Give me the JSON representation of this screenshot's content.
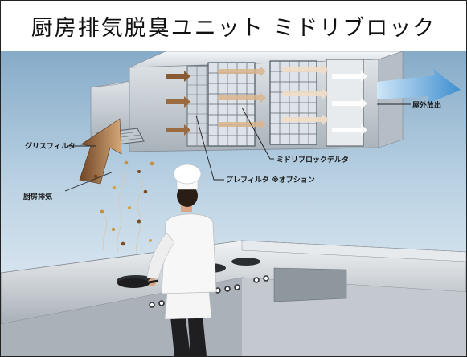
{
  "title": "厨房排気脱臭ユニット ミドリブロック",
  "labels": {
    "grease_filter": "グリスフィルタ",
    "kitchen_exhaust": "厨房排気",
    "midori_block_delta": "ミドリブロックデルタ",
    "pre_filter": "プレフィルタ ※オプション",
    "outdoor_exhaust": "屋外放出"
  },
  "colors": {
    "sky_top": "#8fb3cf",
    "sky_bottom": "#e9f1f7",
    "duct_light": "#e8ecef",
    "duct_mid": "#c9d0d6",
    "duct_dark": "#9aa3ab",
    "brown_arrow": "#8a5a33",
    "outflow_blue": "#5aa0d8"
  }
}
